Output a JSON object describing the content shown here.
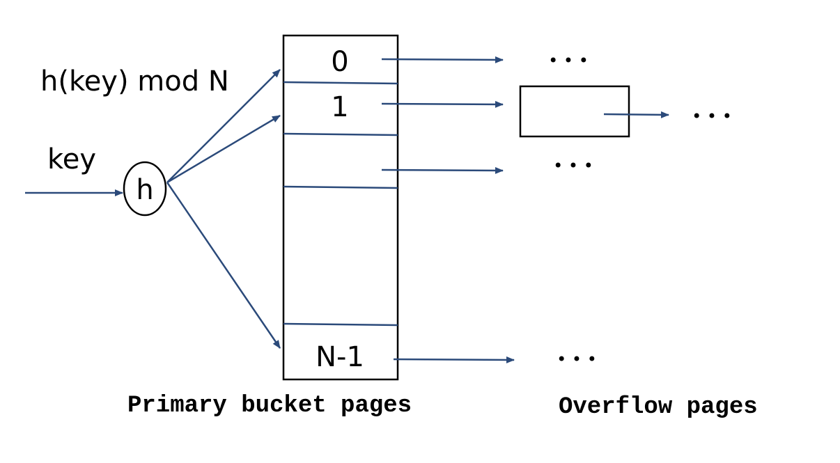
{
  "labels": {
    "hash_expr": "h(key) mod N",
    "key": "key",
    "hash_fn": "h",
    "primary_caption": "Primary bucket pages",
    "overflow_caption": "Overflow pages"
  },
  "buckets": [
    {
      "label": "0"
    },
    {
      "label": "1"
    },
    {
      "label": ""
    },
    {
      "label": ""
    },
    {
      "label": "N-1"
    }
  ],
  "ellipsis": "• • •",
  "colors": {
    "arrow": "#2b4a7a",
    "outline": "#000000"
  }
}
